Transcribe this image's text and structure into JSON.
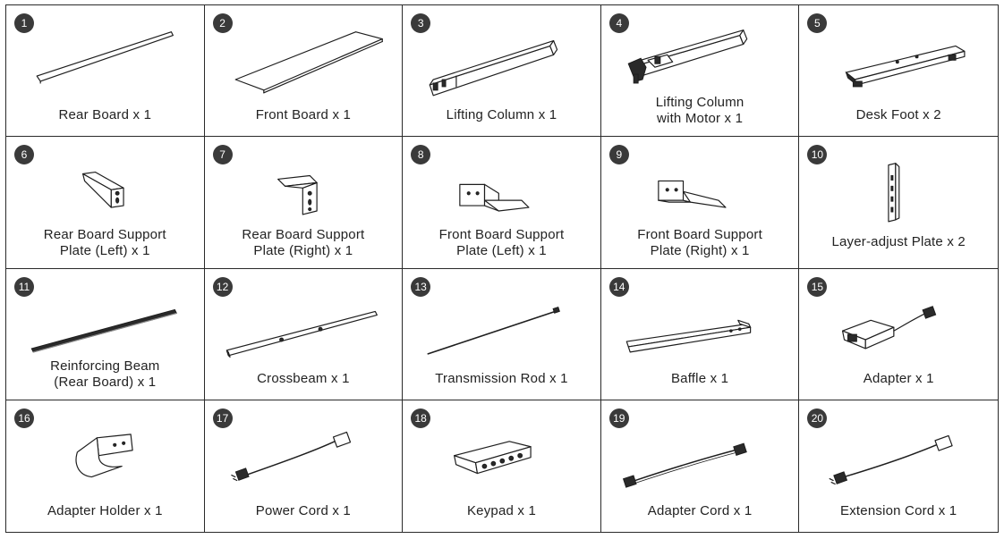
{
  "parts": [
    {
      "number": "1",
      "label": "Rear Board x 1",
      "icon": "rear-board-icon"
    },
    {
      "number": "2",
      "label": "Front Board x 1",
      "icon": "front-board-icon"
    },
    {
      "number": "3",
      "label": "Lifting Column x 1",
      "icon": "lifting-column-icon"
    },
    {
      "number": "4",
      "label": "Lifting Column\nwith Motor x 1",
      "icon": "lifting-column-motor-icon"
    },
    {
      "number": "5",
      "label": "Desk Foot x 2",
      "icon": "desk-foot-icon"
    },
    {
      "number": "6",
      "label": "Rear Board Support\nPlate (Left) x 1",
      "icon": "rear-support-left-icon"
    },
    {
      "number": "7",
      "label": "Rear Board Support\nPlate (Right) x 1",
      "icon": "rear-support-right-icon"
    },
    {
      "number": "8",
      "label": "Front Board Support\nPlate (Left) x 1",
      "icon": "front-support-left-icon"
    },
    {
      "number": "9",
      "label": "Front Board Support\nPlate (Right) x 1",
      "icon": "front-support-right-icon"
    },
    {
      "number": "10",
      "label": "Layer-adjust Plate x 2",
      "icon": "layer-adjust-plate-icon"
    },
    {
      "number": "11",
      "label": "Reinforcing Beam\n(Rear Board) x 1",
      "icon": "reinforcing-beam-icon"
    },
    {
      "number": "12",
      "label": "Crossbeam x 1",
      "icon": "crossbeam-icon"
    },
    {
      "number": "13",
      "label": "Transmission Rod x 1",
      "icon": "transmission-rod-icon"
    },
    {
      "number": "14",
      "label": "Baffle x 1",
      "icon": "baffle-icon"
    },
    {
      "number": "15",
      "label": "Adapter x 1",
      "icon": "adapter-icon"
    },
    {
      "number": "16",
      "label": "Adapter Holder x 1",
      "icon": "adapter-holder-icon"
    },
    {
      "number": "17",
      "label": "Power Cord x 1",
      "icon": "power-cord-icon"
    },
    {
      "number": "18",
      "label": "Keypad x 1",
      "icon": "keypad-icon"
    },
    {
      "number": "19",
      "label": "Adapter Cord x 1",
      "icon": "adapter-cord-icon"
    },
    {
      "number": "20",
      "label": "Extension Cord x 1",
      "icon": "extension-cord-icon"
    }
  ]
}
